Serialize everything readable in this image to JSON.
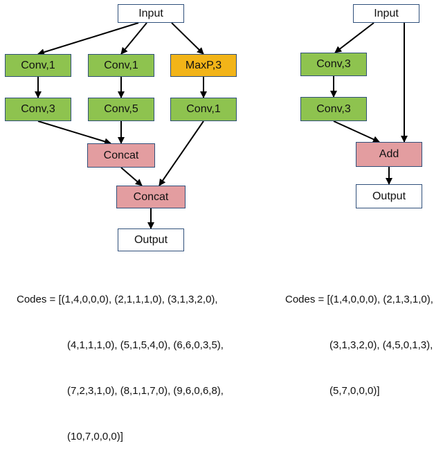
{
  "colors": {
    "conv": "#8ec34f",
    "maxpool": "#f2b418",
    "merge": "#e39da0",
    "io": "#ffffff",
    "border": "#2f4f7a",
    "arrow": "#000000"
  },
  "left": {
    "input": "Input",
    "conv1_a": "Conv,1",
    "conv1_b": "Conv,1",
    "maxpool": "MaxP,3",
    "conv3": "Conv,3",
    "conv5": "Conv,5",
    "conv1_c": "Conv,1",
    "concat1": "Concat",
    "concat2": "Concat",
    "output": "Output",
    "codes": [
      "Codes = [(1,4,0,0,0), (2,1,1,1,0), (3,1,3,2,0),",
      "(4,1,1,1,0), (5,1,5,4,0), (6,6,0,3,5),",
      "(7,2,3,1,0), (8,1,1,7,0), (9,6,0,6,8),",
      "(10,7,0,0,0)]"
    ]
  },
  "right": {
    "input": "Input",
    "conv3_a": "Conv,3",
    "conv3_b": "Conv,3",
    "add": "Add",
    "output": "Output",
    "codes": [
      "Codes = [(1,4,0,0,0), (2,1,3,1,0),",
      "(3,1,3,2,0), (4,5,0,1,3),",
      "(5,7,0,0,0)]"
    ]
  }
}
